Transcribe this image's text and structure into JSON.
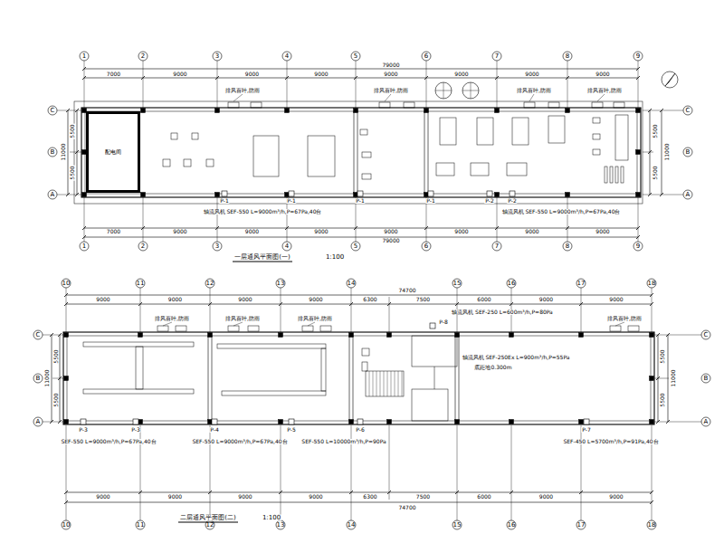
{
  "diagram": {
    "nodes": [
      {
        "text": [
          "配电间"
        ]
      }
    ],
    "labels": [
      "1",
      "2",
      "3",
      "4",
      "5",
      "6",
      "7",
      "8",
      "9",
      "1",
      "2",
      "3",
      "4",
      "5",
      "6",
      "7",
      "8",
      "9",
      "C",
      "B",
      "A",
      "C",
      "B",
      "A",
      "7000",
      "9000",
      "9000",
      "9000",
      "9000",
      "9000",
      "9000",
      "9000",
      "79000",
      "7000",
      "9000",
      "9000",
      "9000",
      "9000",
      "9000",
      "9000",
      "9000",
      "79000",
      "5500",
      "5500",
      "11000",
      "5500",
      "5500",
      "11000",
      "排风百叶,防雨",
      "排风百叶,防雨",
      "排风百叶,防雨",
      "排风百叶,防雨",
      "P-1",
      "P-1",
      "P-1",
      "P-1",
      "P-2",
      "P-2",
      "轴流风机 SEF-550 L=9000m³/h,P=67Pa,40台",
      "轴流风机 SEF-550 L=9000m³/h,P=67Pa,40台",
      "一层通风平面图(一)",
      "1:100",
      "10",
      "11",
      "12",
      "13",
      "14",
      "15",
      "16",
      "17",
      "18",
      "10",
      "11",
      "12",
      "13",
      "14",
      "15",
      "16",
      "17",
      "18",
      "C",
      "B",
      "A",
      "C",
      "B",
      "A",
      "9000",
      "9000",
      "9000",
      "9000",
      "6300",
      "7500",
      "6000",
      "9000",
      "9000",
      "74700",
      "9000",
      "9000",
      "9000",
      "9000",
      "6300",
      "7500",
      "6000",
      "9000",
      "9000",
      "74700",
      "5500",
      "5500",
      "11000",
      "5500",
      "5500",
      "11000",
      "排风百叶,防雨",
      "排风百叶,防雨",
      "排风百叶,防雨",
      "排风百叶,防雨",
      "P-3",
      "P-3",
      "P-4",
      "P-5",
      "P-6",
      "P-7",
      "P-8",
      "SEF-550 L=9000m³/h,P=67Pa,40台",
      "SEF-550 L=9000m³/h,P=67Pa,40台",
      "SEF-550 L=10000m³/h,P=90Pa",
      "SEF-450 L=5700m³/h,P=91Pa,40台",
      "轴流风机 SEF-250 L=600m³/h,P=80Pa",
      "轴流风机 SEF-250Ex L=900m³/h,P=55Pa",
      "底距地0.300m",
      "二层通风平面图(二)",
      "1:100"
    ]
  }
}
